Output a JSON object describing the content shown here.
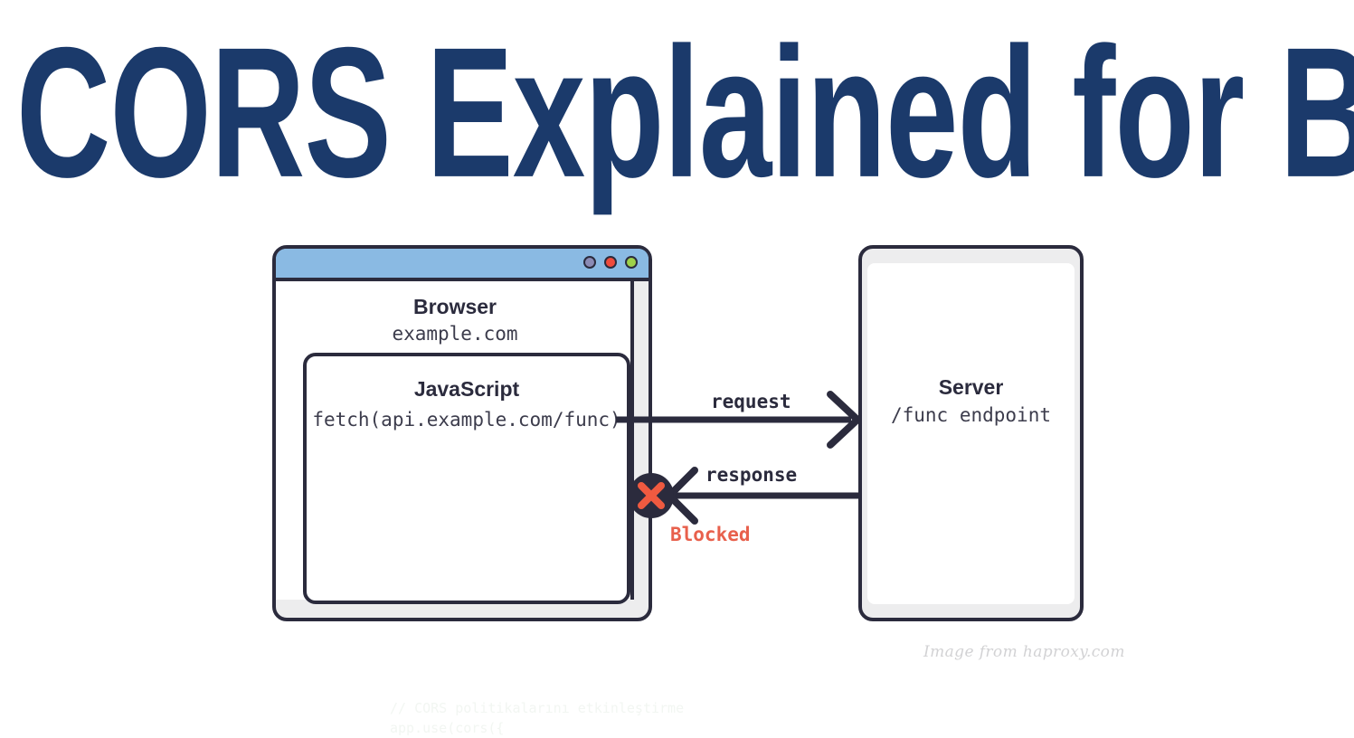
{
  "page": {
    "title": "CORS Explained for Beginners",
    "title_color": "#1b3a6b",
    "background": "#ffffff"
  },
  "diagram": {
    "browser": {
      "heading": "Browser",
      "origin": "example.com",
      "titlebar_color": "#8abae3",
      "border_color": "#2b2b3d",
      "dots": [
        {
          "name": "window-dot-purple",
          "color": "#8b8bb5"
        },
        {
          "name": "window-dot-red",
          "color": "#ef4b3c"
        },
        {
          "name": "window-dot-green",
          "color": "#9ed14a"
        }
      ],
      "javascript": {
        "heading": "JavaScript",
        "code": "fetch(api.example.com/func)"
      }
    },
    "server": {
      "heading": "Server",
      "endpoint": "/func endpoint"
    },
    "flow": {
      "request_label": "request",
      "response_label": "response",
      "blocked_label": "Blocked",
      "blocked_color": "#e8604c",
      "block_marker_icon": "x-circle-icon",
      "block_marker_fill": "#2b2b3d",
      "block_marker_x_color": "#ef5a40"
    }
  },
  "attribution": "Image from haproxy.com",
  "watermark": {
    "line1": "// CORS politikalarını etkinleştirme",
    "line2": "app.use(cors({"
  }
}
